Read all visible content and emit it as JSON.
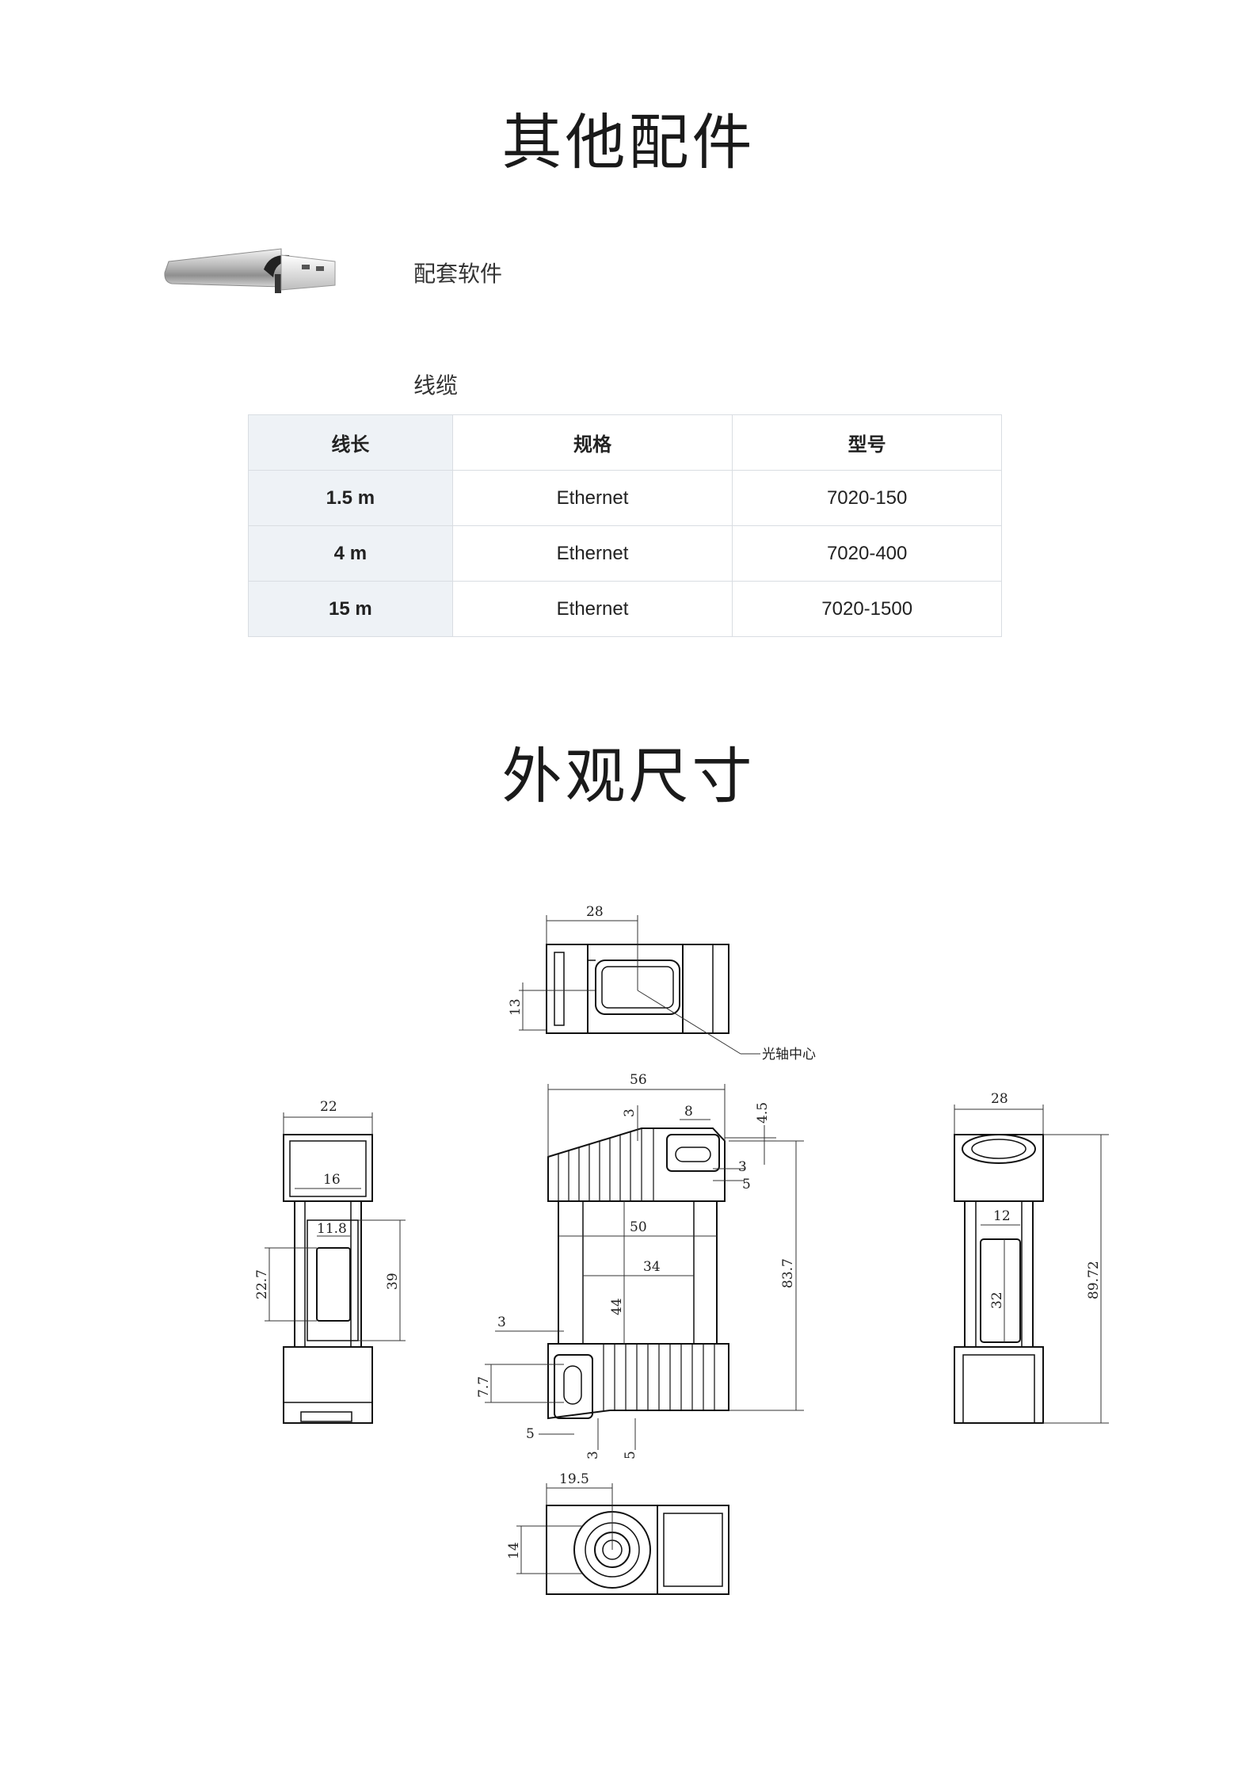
{
  "sections": {
    "accessories_title": "其他配件",
    "dimensions_title": "外观尺寸"
  },
  "items": {
    "software_label": "配套软件",
    "cable_label": "线缆"
  },
  "cable_table": {
    "headers": [
      "线长",
      "规格",
      "型号"
    ],
    "rows": [
      [
        "1.5 m",
        "Ethernet",
        "7020-150"
      ],
      [
        "4 m",
        "Ethernet",
        "7020-400"
      ],
      [
        "15 m",
        "Ethernet",
        "7020-1500"
      ]
    ]
  },
  "dimensions": {
    "top_view": {
      "width": "28",
      "height": "13",
      "callout": "光轴中心"
    },
    "left_view": {
      "outer_width": "22",
      "inner_width": "16",
      "window_width": "11.8",
      "window_height": "22.7",
      "body_height": "39"
    },
    "front_view": {
      "total_width": "56",
      "offset_3_top": "3",
      "slot_width": "8",
      "slot_offset": "4.5",
      "slot_3": "3",
      "slot_5": "5",
      "body_width": "50",
      "window_width": "34",
      "window_height": "44",
      "height": "83.7",
      "bottom_3_left": "3",
      "bottom_slot_height": "7.7",
      "bottom_5_left": "5",
      "bottom_3": "3",
      "bottom_5": "5"
    },
    "right_view": {
      "width": "28",
      "window_width": "12",
      "window_height": "32",
      "height": "89.72"
    },
    "bottom_view": {
      "offset": "19.5",
      "height": "14"
    }
  }
}
